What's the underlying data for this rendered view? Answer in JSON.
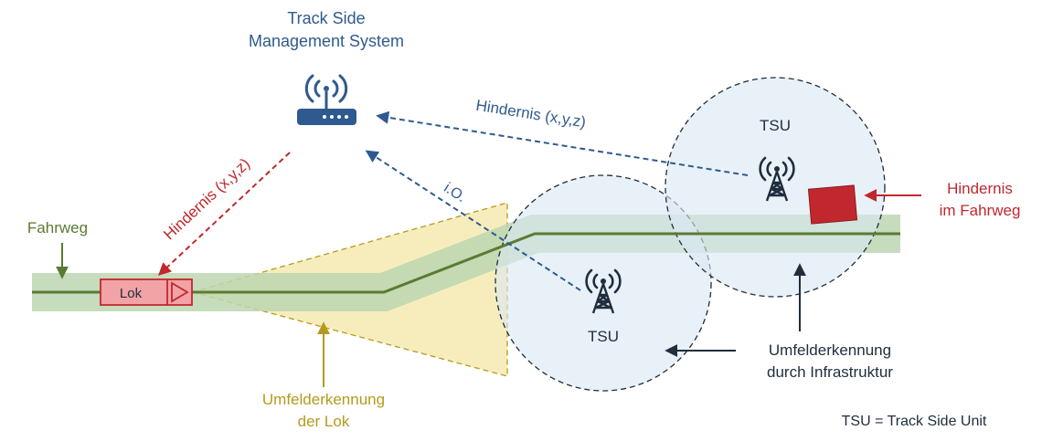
{
  "management": {
    "title_line1": "Track Side",
    "title_line2": "Management System",
    "icon": "wifi-router-icon"
  },
  "tsu": {
    "left_label": "TSU",
    "right_label": "TSU",
    "icon": "radio-tower-icon"
  },
  "messages": {
    "obstacle_from_tsu": "Hindernis (x,y,z)",
    "obstacle_to_lok": "Hindernis (x,y,z)",
    "ok": "i.O."
  },
  "labels": {
    "fahrweg": "Fahrweg",
    "lok": "Lok",
    "hindernis_line1": "Hindernis",
    "hindernis_line2": "im Fahrweg",
    "infra_line1": "Umfelderkennung",
    "infra_line2": "durch Infrastruktur",
    "lok_sensing_line1": "Umfelderkennung",
    "lok_sensing_line2": "der Lok",
    "legend": "TSU = Track Side Unit"
  },
  "colors": {
    "blue": "#2f5a8f",
    "red": "#c0282d",
    "olive": "#5b7a33",
    "track_band": "#bcd6b0",
    "yellow": "#b49a1e",
    "yellow_fill": "#f6eab0",
    "circle_fill": "#dbe8f3",
    "dark": "#1f2d3d"
  }
}
